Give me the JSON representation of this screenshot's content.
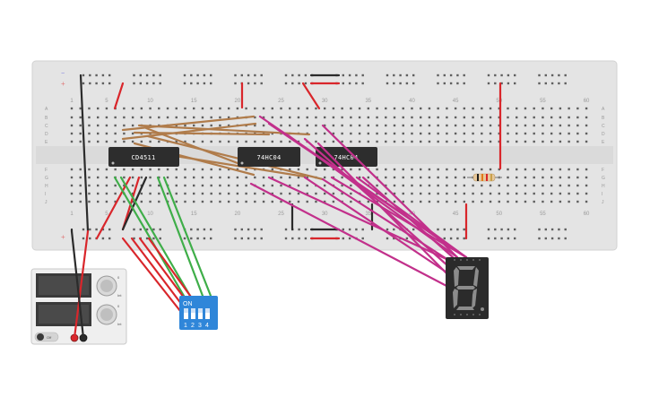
{
  "breadboard": {
    "column_numbers": [
      "1",
      "5",
      "10",
      "15",
      "20",
      "25",
      "30",
      "35",
      "40",
      "45",
      "50",
      "55",
      "60"
    ],
    "row_letters_top": [
      "A",
      "B",
      "C",
      "D",
      "E"
    ],
    "row_letters_bottom": [
      "F",
      "G",
      "H",
      "I",
      "J"
    ],
    "rail_plus": "+",
    "rail_minus": "−"
  },
  "chips": [
    {
      "label": "CD4511"
    },
    {
      "label": "74HC04"
    },
    {
      "label": "74HC04"
    }
  ],
  "dip_switch": {
    "on_label": "ON",
    "numbers": [
      "1",
      "2",
      "3",
      "4"
    ]
  },
  "power_supply": {
    "button_label": "Off",
    "knob_labels": [
      "0",
      "Int",
      "0",
      "Int"
    ]
  },
  "seven_segment": {
    "digit": "8"
  },
  "colors": {
    "board": "#e4e4e4",
    "wire_red": "#d9262b",
    "wire_black": "#2b2b2b",
    "wire_green": "#3fae49",
    "wire_brown": "#b07c4b",
    "wire_magenta": "#c2308b",
    "chip": "#2d2d2d",
    "dip": "#2f86d9",
    "display": "#2b2b2b"
  }
}
